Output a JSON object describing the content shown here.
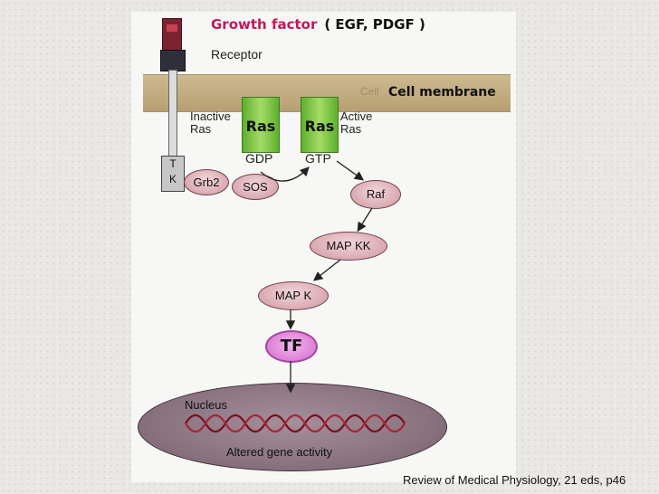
{
  "title": {
    "growth_factor": "Growth factor",
    "examples": "( EGF, PDGF )",
    "growth_factor_color": "#c2185b"
  },
  "receptor": {
    "label": "Receptor",
    "tk_letters": [
      "T",
      "K"
    ]
  },
  "membrane": {
    "ghost_text": "Cell",
    "label": "Cell membrane"
  },
  "ras": {
    "inactive": {
      "label": "Ras",
      "side_label": [
        "Inactive",
        "Ras"
      ],
      "nucleotide": "GDP"
    },
    "active": {
      "label": "Ras",
      "side_label": [
        "Active",
        "Ras"
      ],
      "nucleotide": "GTP"
    },
    "color": "#7cc242"
  },
  "adaptors": [
    "Grb2",
    "SOS"
  ],
  "cascade": [
    "Raf",
    "MAP KK",
    "MAP K"
  ],
  "transcription_factor": {
    "label": "TF",
    "color": "#e08ae0"
  },
  "nucleus": {
    "label": "Nucleus",
    "outcome": "Altered gene activity"
  },
  "citation": "Review of Medical Physiology, 21 eds, p46"
}
